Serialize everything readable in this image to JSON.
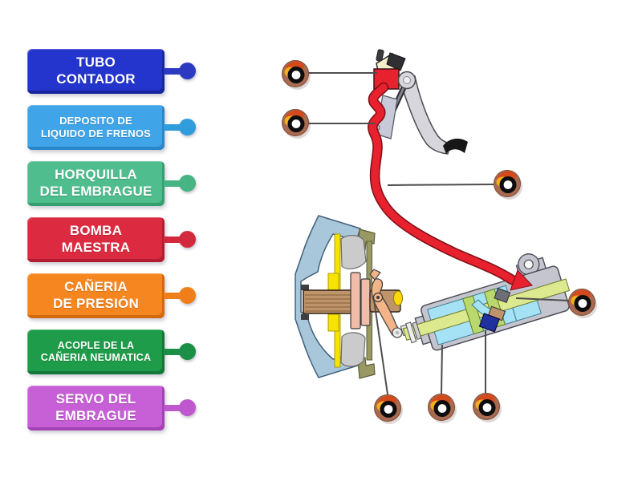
{
  "page": {
    "background": "#ffffff"
  },
  "labels": [
    {
      "line1": "TUBO",
      "line2": "CONTADOR",
      "fill": "#2435cd",
      "edge": "#18259c",
      "dot": "#2b3ac1"
    },
    {
      "line1": "DEPOSITO DE",
      "line2": "LIQUIDO DE FRENOS",
      "fill": "#3fa5e8",
      "edge": "#2b86c8",
      "dot": "#2f9cdc"
    },
    {
      "line1": "HORQUILLA",
      "line2": "DEL EMBRAGUE",
      "fill": "#4fbd8d",
      "edge": "#379e72",
      "dot": "#46b483"
    },
    {
      "line1": "BOMBA",
      "line2": "MAESTRA",
      "fill": "#dc2b40",
      "edge": "#b31d30",
      "dot": "#d3293c"
    },
    {
      "line1": "CAÑERIA",
      "line2": "DE PRESIÓN",
      "fill": "#f6861f",
      "edge": "#d2690c",
      "dot": "#f07f1a"
    },
    {
      "line1": "ACOPLE DE LA",
      "line2": "CAÑERIA NEUMATICA",
      "fill": "#1f9c49",
      "edge": "#13773a",
      "dot": "#1b8f45"
    },
    {
      "line1": "SERVO DEL",
      "line2": "EMBRAGUE",
      "fill": "#c75fd6",
      "edge": "#a441b5",
      "dot": "#bf58ce"
    }
  ],
  "diagram": {
    "hose_color": "#e8212e",
    "line_color": "#4d4d4d",
    "marker": {
      "outer": "#a86b51",
      "accent_red": "#d44a1c",
      "accent_yellow": "#f2b11c",
      "ring": "#0d0d0d",
      "center": "#ffffff"
    }
  }
}
